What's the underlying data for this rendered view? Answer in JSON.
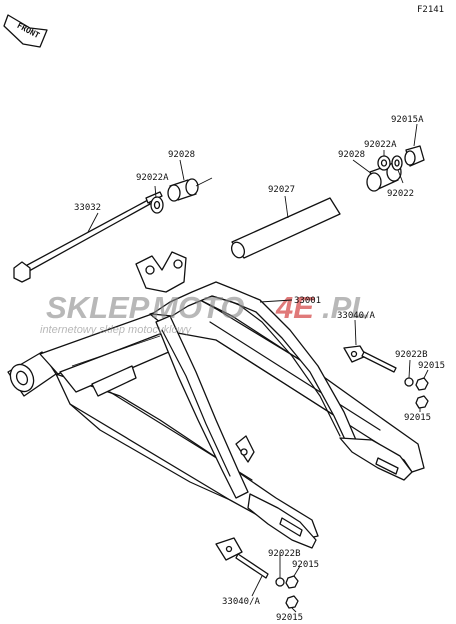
{
  "diagram_code": "F2141",
  "front_arrow_label": "FRONT",
  "watermark": {
    "brand_left": "SKLEP",
    "brand_mid": "MOTO",
    "brand_num": "4E",
    "brand_tld": ".PL",
    "tagline": "internetowy sklep motocyklowy",
    "brand_color": "#cc2222",
    "neutral_color": "#8a8a8a"
  },
  "part_labels": [
    {
      "id": "lbl-92015a-top",
      "text": "92015A"
    },
    {
      "id": "lbl-92022a-top",
      "text": "92022A"
    },
    {
      "id": "lbl-92028-right",
      "text": "92028"
    },
    {
      "id": "lbl-92022-right",
      "text": "92022"
    },
    {
      "id": "lbl-92028-left",
      "text": "92028"
    },
    {
      "id": "lbl-92022a-left",
      "text": "92022A"
    },
    {
      "id": "lbl-92027",
      "text": "92027"
    },
    {
      "id": "lbl-33032",
      "text": "33032"
    },
    {
      "id": "lbl-33001",
      "text": "33001"
    },
    {
      "id": "lbl-33040a-right",
      "text": "33040/A"
    },
    {
      "id": "lbl-92022b-right",
      "text": "92022B"
    },
    {
      "id": "lbl-92015-right-a",
      "text": "92015"
    },
    {
      "id": "lbl-92015-right-b",
      "text": "92015"
    },
    {
      "id": "lbl-92022b-bottom",
      "text": "92022B"
    },
    {
      "id": "lbl-92015-bottom-a",
      "text": "92015"
    },
    {
      "id": "lbl-33040a-bottom",
      "text": "33040/A"
    },
    {
      "id": "lbl-92015-bottom-b",
      "text": "92015"
    }
  ]
}
